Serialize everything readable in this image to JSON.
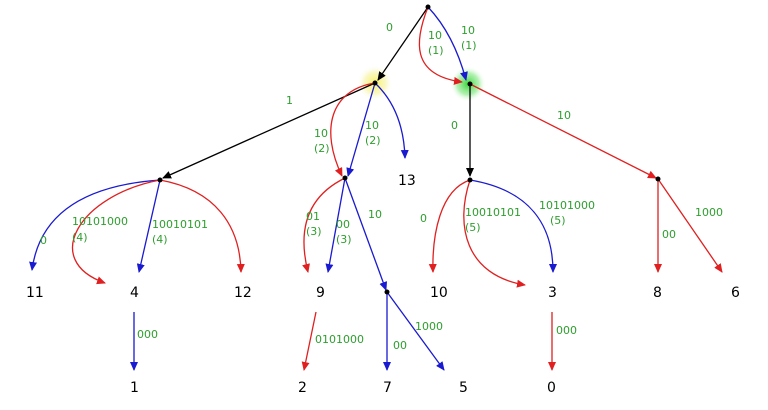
{
  "colors": {
    "black_edge": "#000000",
    "red_edge": "#e02020",
    "blue_edge": "#1a1ad0",
    "label_green": "#2e9e2e",
    "glow_yellow": "#f4f08a",
    "glow_green": "#39d839",
    "node": "#000000"
  },
  "edge_labels": {
    "root_left": "0",
    "root_right_blue_1": "10",
    "root_right_blue_2": "(1)",
    "root_right_red_1": "10",
    "root_right_red_2": "(1)",
    "a_to_b": "1",
    "a_to_c_red_1": "10",
    "a_to_c_red_2": "(2)",
    "a_to_c_blue_1": "10",
    "a_to_c_blue_2": "(2)",
    "d_to_e": "0",
    "d_to_h": "10",
    "b_to_11": "0",
    "b_to_4_red_1": "10101000",
    "b_to_4_red_2": "(4)",
    "b_to_4_blue_1": "10010101",
    "b_to_4_blue_2": "(4)",
    "c_to_9_red_1": "01",
    "c_to_9_red_2": "(3)",
    "c_to_9_blue_1": "00",
    "c_to_9_blue_2": "(3)",
    "c_to_g": "10",
    "e_to_10": "0",
    "e_to_3_red_1": "10010101",
    "e_to_3_red_2": "(5)",
    "e_to_3_blue_1": "10101000",
    "e_to_3_blue_2": "(5)",
    "h_to_8": "00",
    "h_to_6": "1000",
    "four_to_1": "000",
    "nine_to_2": "0101000",
    "g_to_7": "00",
    "g_to_5": "1000",
    "three_to_0": "000"
  },
  "leaves": {
    "n11": "11",
    "n4": "4",
    "n12": "12",
    "n9": "9",
    "n13": "13",
    "n10": "10",
    "n3": "3",
    "n8": "8",
    "n6": "6",
    "n1": "1",
    "n2": "2",
    "n7": "7",
    "n5": "5",
    "n0": "0"
  }
}
